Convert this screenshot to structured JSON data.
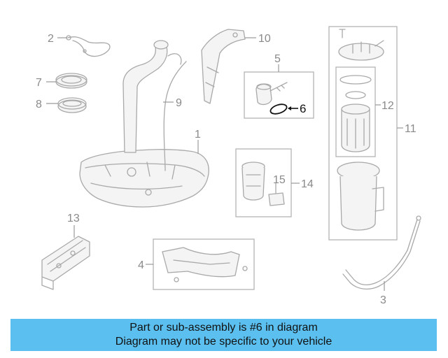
{
  "diagram": {
    "callouts": [
      {
        "id": "1",
        "text": "1"
      },
      {
        "id": "2",
        "text": "2"
      },
      {
        "id": "3",
        "text": "3"
      },
      {
        "id": "4",
        "text": "4"
      },
      {
        "id": "5",
        "text": "5"
      },
      {
        "id": "6",
        "text": "6"
      },
      {
        "id": "7",
        "text": "7"
      },
      {
        "id": "8",
        "text": "8"
      },
      {
        "id": "9",
        "text": "9"
      },
      {
        "id": "10",
        "text": "10"
      },
      {
        "id": "11",
        "text": "11"
      },
      {
        "id": "12",
        "text": "12"
      },
      {
        "id": "13",
        "text": "13"
      },
      {
        "id": "14",
        "text": "14"
      },
      {
        "id": "15",
        "text": "15"
      }
    ],
    "highlighted_part": "6",
    "colors": {
      "highlight": "#111111",
      "parts": "#a9a9a9",
      "labels": "#8a8a8a"
    }
  },
  "banner": {
    "line1": "Part or sub-assembly is #6 in diagram",
    "line2": "Diagram may not be specific to your vehicle",
    "background": "#5bc0f0"
  }
}
